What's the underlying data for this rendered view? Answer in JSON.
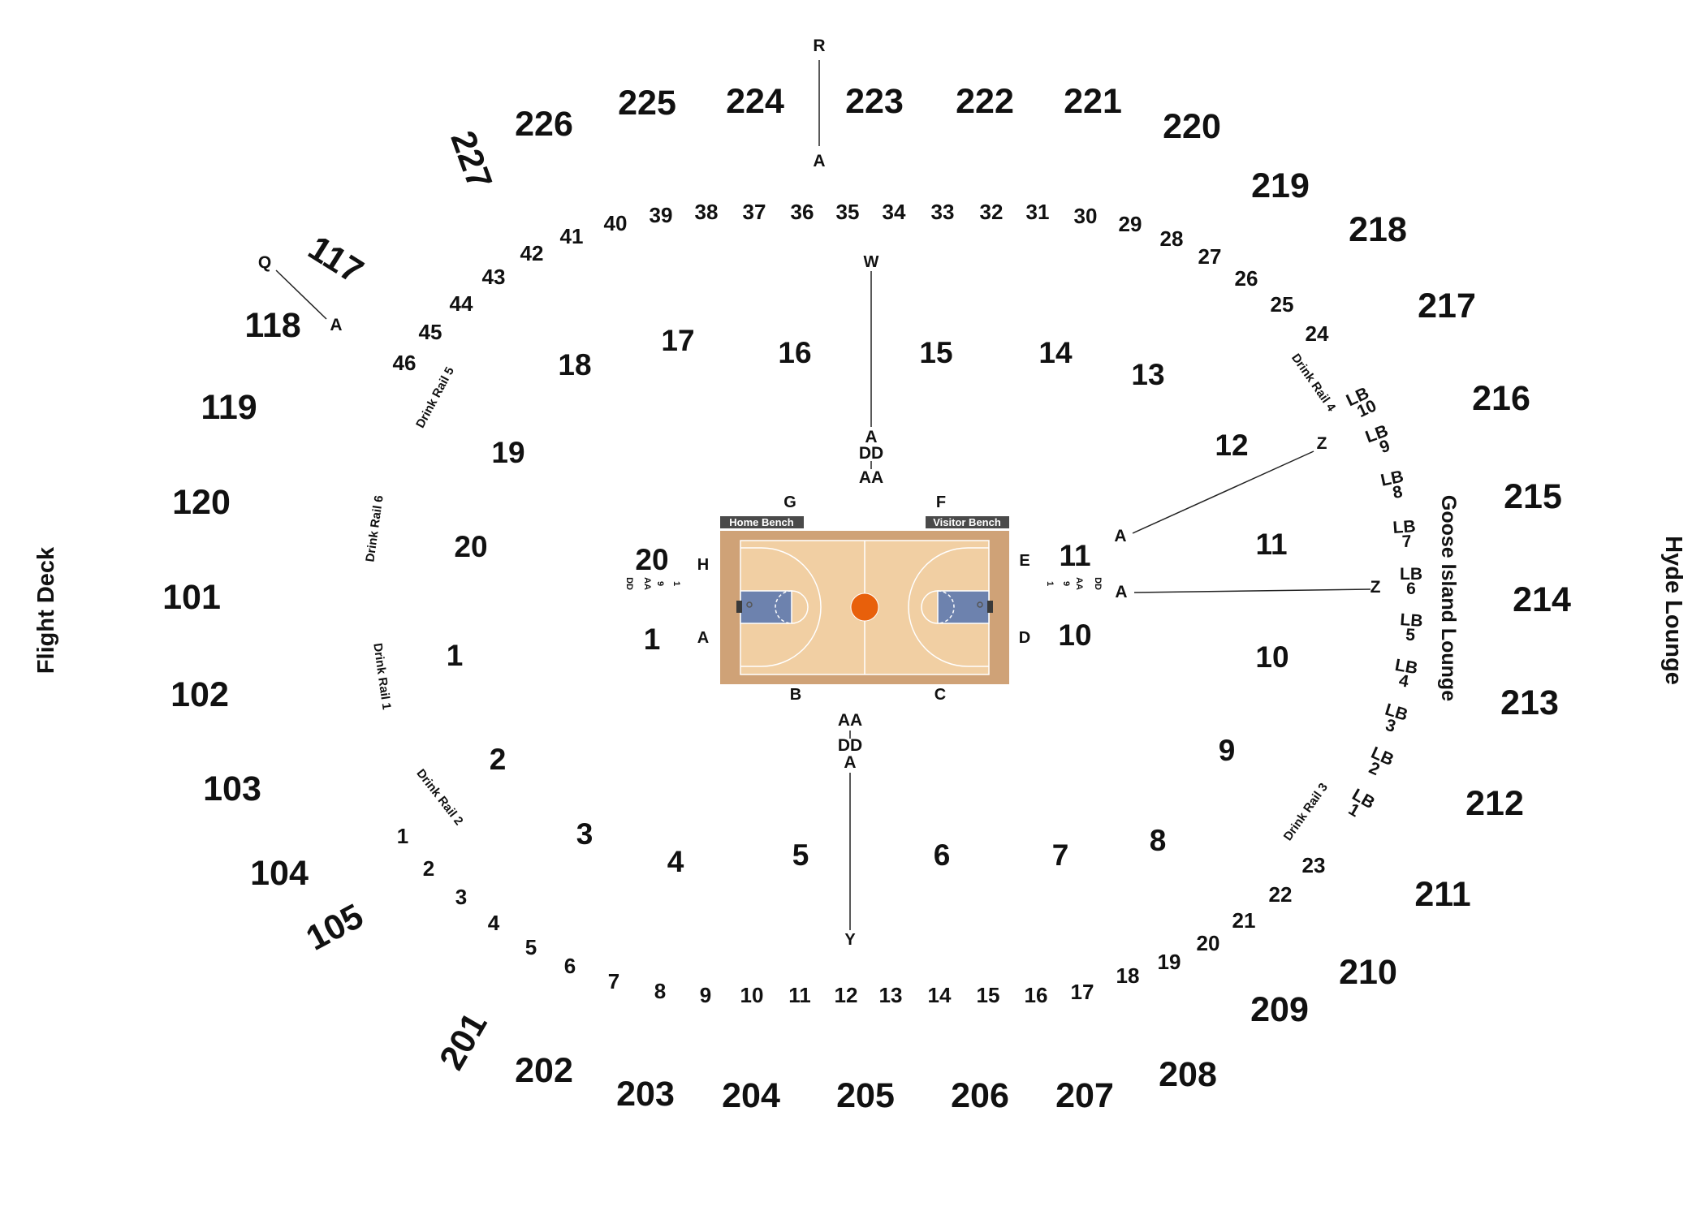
{
  "venue_labels": {
    "flight_deck": "Flight Deck",
    "hyde_lounge": "Hyde Lounge",
    "goose_island_lounge": "Goose Island Lounge"
  },
  "benches": {
    "home": "Home Bench",
    "visitor": "Visitor Bench"
  },
  "colors": {
    "court_border": "#CFA277",
    "court_floor": "#F1CFA3",
    "paint": "#6D82AE",
    "ball": "#E8600B",
    "bench_bg": "#4A4A4A"
  },
  "upper_sections": [
    "226",
    "225",
    "224",
    "223",
    "222",
    "221",
    "220",
    "219",
    "218",
    "217",
    "216",
    "215",
    "214",
    "213",
    "212",
    "211",
    "210",
    "209",
    "208",
    "207",
    "206",
    "205",
    "204",
    "203",
    "202",
    "201",
    "227"
  ],
  "lower_sections": [
    "117",
    "118",
    "119",
    "120",
    "101",
    "102",
    "103",
    "104",
    "105"
  ],
  "floor_sections": [
    "17",
    "16",
    "15",
    "14",
    "13",
    "18",
    "19",
    "20",
    "1",
    "2",
    "3",
    "4",
    "5",
    "6",
    "7",
    "8",
    "9",
    "12",
    "11",
    "10"
  ],
  "courtside": {
    "left_top": "20",
    "left_bottom": "1",
    "right_top": "11",
    "right_bottom": "10"
  },
  "top_seats": [
    "40",
    "39",
    "38",
    "37",
    "36",
    "35",
    "34",
    "33",
    "32",
    "31",
    "30",
    "29",
    "28",
    "27",
    "26",
    "25",
    "24",
    "41",
    "42",
    "43",
    "44",
    "45",
    "46"
  ],
  "bottom_seats": [
    "1",
    "2",
    "3",
    "4",
    "5",
    "6",
    "7",
    "8",
    "9",
    "10",
    "11",
    "12",
    "13",
    "14",
    "15",
    "16",
    "17",
    "18",
    "19",
    "20",
    "21",
    "22",
    "23"
  ],
  "lounge_boxes": {
    "prefix": "LB",
    "numbers": [
      "10",
      "9",
      "8",
      "7",
      "6",
      "5",
      "4",
      "3",
      "2",
      "1"
    ]
  },
  "rails": {
    "r1": "Drink Rail 1",
    "r2": "Drink Rail 2",
    "r3": "Drink Rail 3",
    "r4": "Drink Rail 4",
    "r5": "Drink Rail 5",
    "r6": "Drink Rail 6"
  },
  "row_markers": {
    "R": "R",
    "A": "A",
    "W": "W",
    "Y": "Y",
    "Z": "Z",
    "Q": "Q",
    "DD": "DD",
    "AA": "AA",
    "G": "G",
    "F": "F",
    "H": "H",
    "E": "E",
    "D": "D",
    "B": "B",
    "C": "C",
    "nine": "9",
    "one": "1"
  }
}
